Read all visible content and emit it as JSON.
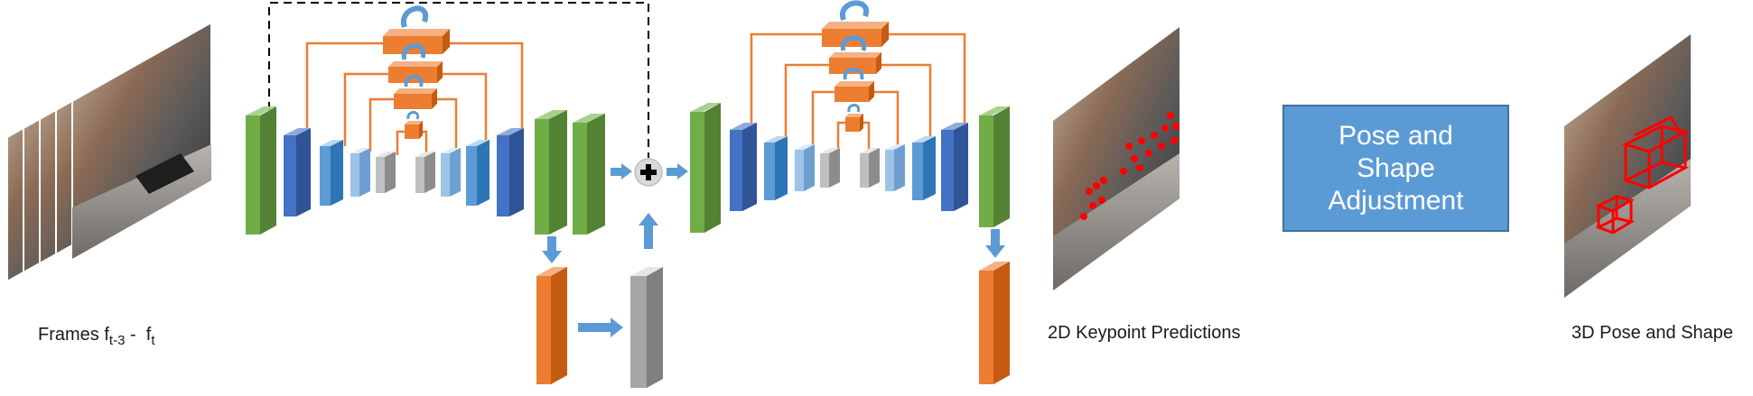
{
  "captions": {
    "frames_prefix": "Frames f",
    "frames_sub1": "t-3",
    "frames_mid": " -  f",
    "frames_sub2": "t",
    "keypoints": "2D Keypoint Predictions",
    "pose_shape": "3D Pose and Shape"
  },
  "adjustment_box": {
    "label": "Pose and Shape Adjustment"
  },
  "operator_symbol": "+",
  "colors": {
    "green": "#70ad47",
    "dark_blue": "#4472c4",
    "mid_blue": "#5b9bd5",
    "light_blue": "#9dc3e6",
    "gray": "#bfbfbf",
    "orange": "#ed7d31",
    "arrow_blue": "#5b9bd5"
  }
}
